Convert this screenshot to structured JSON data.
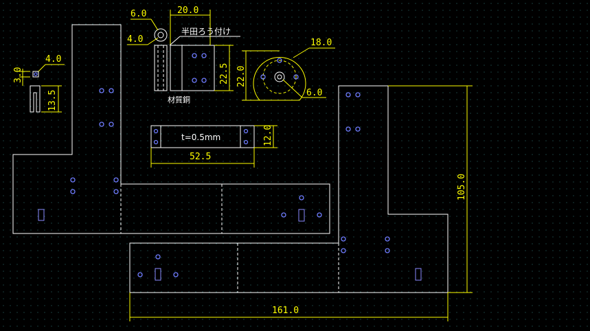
{
  "drawing": {
    "dims": {
      "d6_top": "6.0",
      "d20": "20.0",
      "d4_small": "4.0",
      "d22_5": "22.5",
      "d22": "22.0",
      "d18": "18.0",
      "d6_flange": "6.0",
      "d4_left": "4.0",
      "d3": "3.0",
      "d13_5": "13.5",
      "d12": "12.0",
      "d52_5": "52.5",
      "d105": "105.0",
      "d161": "161.0"
    },
    "notes": {
      "solder": "半田ろう付け",
      "material": "材質銅",
      "thickness": "t=0.5mm"
    },
    "colors": {
      "background": "#000000",
      "outline": "#ffffff",
      "dimension": "#ffff00",
      "hole": "#6f7dff",
      "grid": "#2a6a6a"
    }
  }
}
